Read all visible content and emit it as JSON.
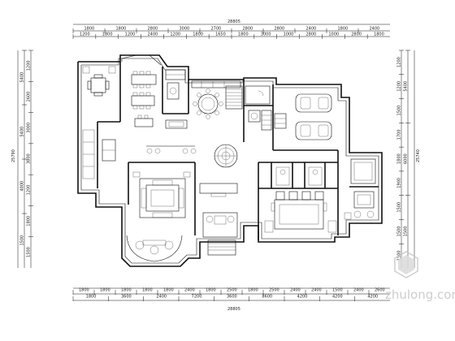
{
  "dimensions": {
    "top_total": "28805",
    "top_outer": [
      "1800",
      "1800",
      "2800",
      "3000",
      "2700",
      "2800",
      "2800",
      "2400",
      "1800",
      "2400"
    ],
    "top_inner": [
      "1200",
      "1800",
      "1200",
      "2400",
      "1200",
      "1800",
      "1650",
      "1800",
      "3000",
      "1000",
      "2800",
      "1000",
      "2800",
      "1800"
    ],
    "bottom_total": "28805",
    "bottom_inner": [
      "1800",
      "1800",
      "1800",
      "1800",
      "1800",
      "2400",
      "1800",
      "2500",
      "1800",
      "2500",
      "2400",
      "2400",
      "1500",
      "2400",
      "2600"
    ],
    "bottom_outer": [
      "1800",
      "3600",
      "2400",
      "7200",
      "3600",
      "8600",
      "4200",
      "4200",
      "4200"
    ],
    "left_total": "25790",
    "left_outer": [
      "5400",
      "5400",
      "4000",
      "1500"
    ],
    "left_inner": [
      "1200",
      "2600",
      "3000",
      "3800",
      "1200",
      "1800",
      "1500"
    ],
    "right_total": "25740",
    "right_outer": [
      "5400",
      "6000",
      "1500"
    ],
    "right_inner": [
      "1200",
      "1200",
      "1500",
      "1700",
      "1800",
      "1900",
      "1500",
      "1500",
      "1500"
    ]
  },
  "watermark": {
    "brand": "zhulong.com"
  },
  "colors": {
    "line": "#111111",
    "watermark": "#c8c8c8"
  }
}
